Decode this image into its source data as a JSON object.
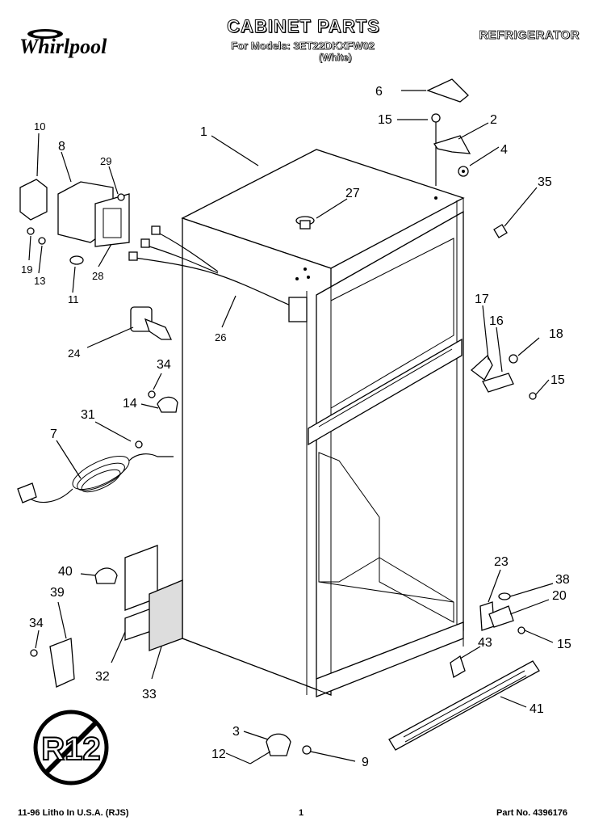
{
  "header": {
    "title": "CABINET PARTS",
    "models_line": "For Models: 3ET22DKXFW02",
    "color_line": "(White)",
    "category": "REFRIGERATOR",
    "brand": "Whirlpool"
  },
  "footer": {
    "print_info": "11-96 Litho In U.S.A. (RJS)",
    "page_number": "1",
    "part_number": "Part No. 4396176"
  },
  "stamp": {
    "text": "R12"
  },
  "callouts": [
    "1",
    "2",
    "3",
    "4",
    "6",
    "7",
    "8",
    "9",
    "10",
    "11",
    "12",
    "13",
    "14",
    "15",
    "15",
    "15",
    "16",
    "17",
    "18",
    "19",
    "20",
    "23",
    "24",
    "26",
    "27",
    "28",
    "29",
    "31",
    "32",
    "33",
    "34",
    "34",
    "35",
    "38",
    "39",
    "40",
    "41",
    "43"
  ]
}
